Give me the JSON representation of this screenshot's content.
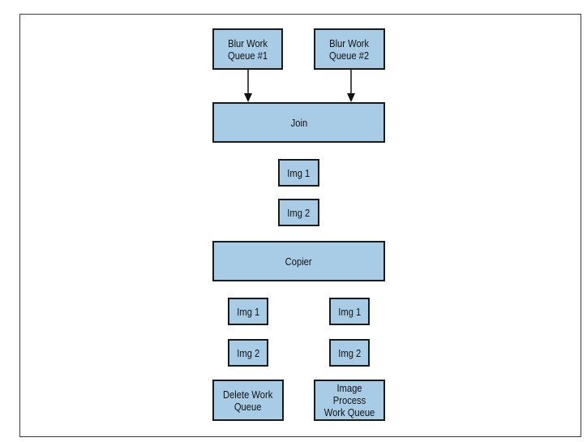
{
  "diagram": {
    "nodes": {
      "blur_queue_1": "Blur Work\nQueue #1",
      "blur_queue_2": "Blur Work\nQueue #2",
      "join": "Join",
      "join_img_1": "Img 1",
      "join_img_2": "Img 2",
      "copier": "Copier",
      "left_img_1": "Img 1",
      "left_img_2": "Img 2",
      "right_img_1": "Img 1",
      "right_img_2": "Img 2",
      "delete_queue": "Delete Work\nQueue",
      "image_process_queue": "Image Process\nWork Queue"
    },
    "colors": {
      "node_fill": "#a8cce6",
      "node_border": "#1a1a1a",
      "frame_border": "#3a3a3a"
    }
  }
}
